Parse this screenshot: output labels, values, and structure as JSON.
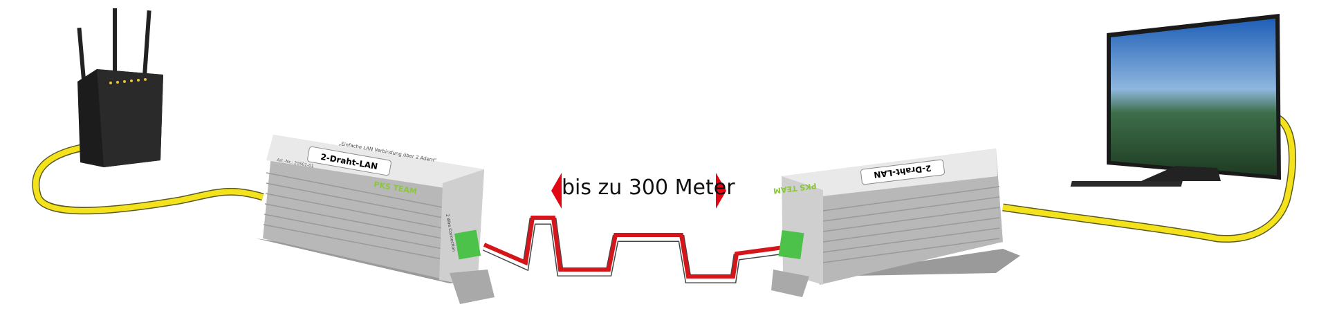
{
  "distance_label": "bis zu 300 Meter",
  "device": {
    "name": "2-Draht-LAN",
    "slogan": "„Einfache LAN Verbindung über 2 Adern“",
    "article_number": "Art.-Nr.: 20501-01",
    "brand": "PKS TEAM",
    "port_label": "2 Wire Connection"
  },
  "colors": {
    "cable_yellow": "#f4e21c",
    "arrow_red": "#e30613",
    "terminal_green": "#4cc24a",
    "housing": "#c9c9c9"
  }
}
